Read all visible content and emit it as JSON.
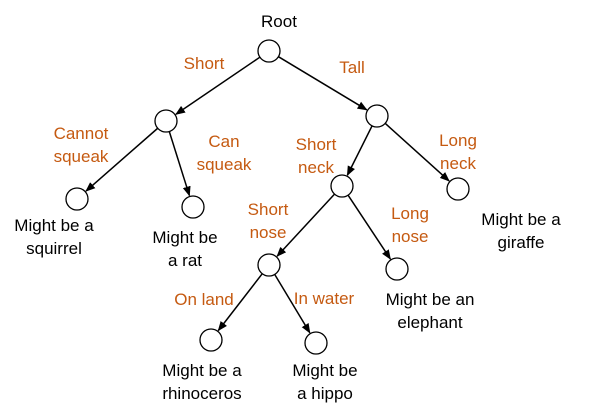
{
  "colors": {
    "edge_label": "#C55A11",
    "text": "#000000",
    "line": "#000000"
  },
  "nodes": {
    "root": {
      "label": "Root"
    },
    "short": {
      "label": ""
    },
    "tall": {
      "label": ""
    },
    "squirrel": {
      "label_lines": [
        "Might be a",
        "squirrel"
      ]
    },
    "rat": {
      "label_lines": [
        "Might be",
        "a rat"
      ]
    },
    "shortneck": {
      "label": ""
    },
    "giraffe": {
      "label_lines": [
        "Might be a",
        "giraffe"
      ]
    },
    "shortnose": {
      "label": ""
    },
    "elephant": {
      "label_lines": [
        "Might be an",
        "elephant"
      ]
    },
    "rhino": {
      "label_lines": [
        "Might be a",
        "rhinoceros"
      ]
    },
    "hippo": {
      "label_lines": [
        "Might be",
        "a hippo"
      ]
    }
  },
  "edges": {
    "root_short": {
      "label_lines": [
        "Short"
      ]
    },
    "root_tall": {
      "label_lines": [
        "Tall"
      ]
    },
    "short_squirrel": {
      "label_lines": [
        "Cannot",
        "squeak"
      ]
    },
    "short_rat": {
      "label_lines": [
        "Can",
        "squeak"
      ]
    },
    "tall_shortneck": {
      "label_lines": [
        "Short",
        "neck"
      ]
    },
    "tall_giraffe": {
      "label_lines": [
        "Long",
        "neck"
      ]
    },
    "shortneck_shortnose": {
      "label_lines": [
        "Short",
        "nose"
      ]
    },
    "shortneck_elephant": {
      "label_lines": [
        "Long",
        "nose"
      ]
    },
    "shortnose_rhino": {
      "label_lines": [
        "On land"
      ]
    },
    "shortnose_hippo": {
      "label_lines": [
        "In water"
      ]
    }
  }
}
